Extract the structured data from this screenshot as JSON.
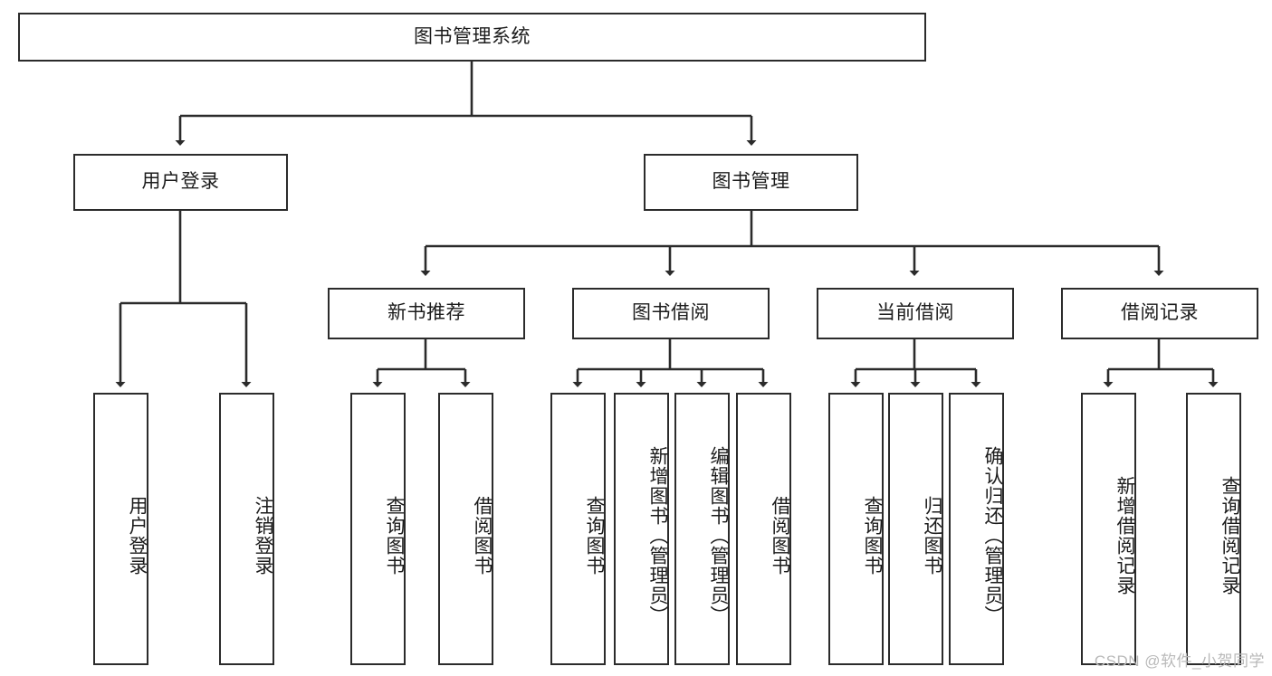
{
  "diagram": {
    "type": "tree-hierarchy-diagram",
    "title": "图书管理系统",
    "watermark": "CSDN @软件_小贺同学",
    "colors": {
      "stroke": "#2b2b2b",
      "fill": "#ffffff",
      "text": "#1c1c1c",
      "watermark": "#b9b9b9"
    },
    "levels": {
      "root": {
        "label": "图书管理系统"
      },
      "level2": [
        {
          "label": "用户登录"
        },
        {
          "label": "图书管理"
        }
      ],
      "level3": [
        {
          "label": "新书推荐"
        },
        {
          "label": "图书借阅"
        },
        {
          "label": "当前借阅"
        },
        {
          "label": "借阅记录"
        }
      ],
      "leaves": {
        "user_login": [
          {
            "label": "用户登录"
          },
          {
            "label": "注销登录"
          }
        ],
        "new_book_recommend": [
          {
            "label": "查询图书"
          },
          {
            "label": "借阅图书"
          }
        ],
        "book_borrow": [
          {
            "label": "查询图书"
          },
          {
            "label": "新增图书（管理员）"
          },
          {
            "label": "编辑图书（管理员）"
          },
          {
            "label": "借阅图书"
          }
        ],
        "current_borrow": [
          {
            "label": "查询图书"
          },
          {
            "label": "归还图书"
          },
          {
            "label": "确认归还（管理员）"
          }
        ],
        "borrow_record": [
          {
            "label": "新增借阅记录"
          },
          {
            "label": "查询借阅记录"
          }
        ]
      }
    }
  }
}
